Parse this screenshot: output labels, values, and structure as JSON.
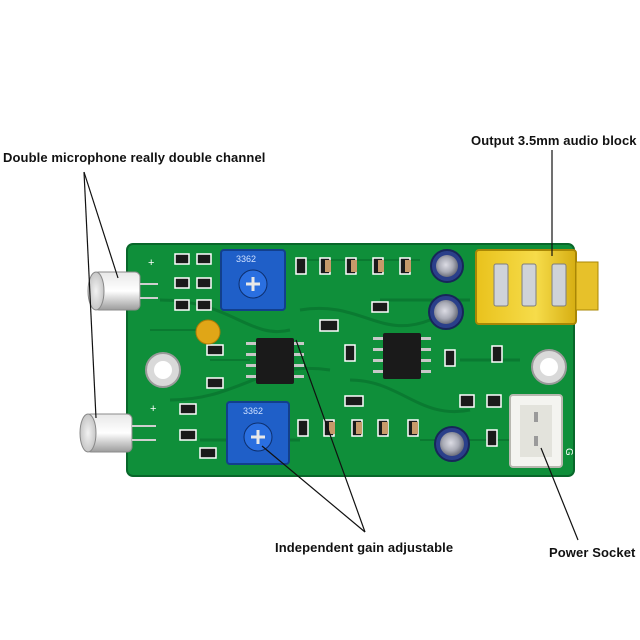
{
  "labels": {
    "microphones": "Double microphone really double channel",
    "audio_output": "Output 3.5mm audio block",
    "gain": "Independent gain adjustable",
    "power": "Power Socket"
  },
  "pot_marking": "3362",
  "silkscreen": {
    "plus": "+",
    "ground": "G"
  },
  "colors": {
    "background": "#ffffff",
    "pcb": "#0f8f3a",
    "pcb_trace": "#0a7a31",
    "pot": "#1f5fc8",
    "jack": "#f2d02a",
    "capacitor": "#2a3f8a",
    "connector": "#f4f4f0"
  },
  "icons": [
    "electret-microphone",
    "trimmer-potentiometer",
    "op-amp-chip",
    "electrolytic-capacitor",
    "ceramic-capacitor",
    "audio-jack",
    "power-connector"
  ]
}
